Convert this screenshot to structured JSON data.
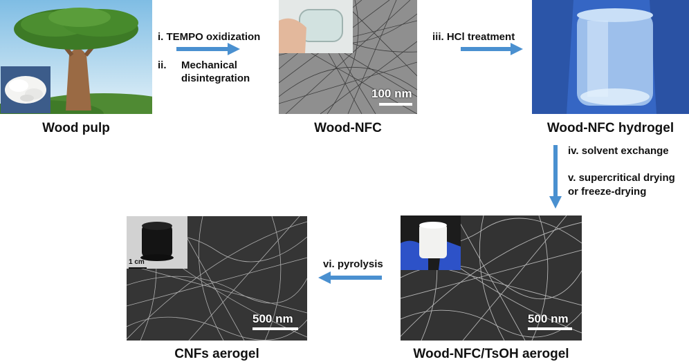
{
  "captions": {
    "wood_pulp": "Wood pulp",
    "wood_nfc": "Wood-NFC",
    "hydrogel": "Wood-NFC hydrogel",
    "tsoh_aerogel": "Wood-NFC/TsOH aerogel",
    "cnf_aerogel": "CNFs aerogel"
  },
  "steps": {
    "s1": "i. TEMPO oxidization",
    "s2_num": "ii.",
    "s2_line1": "Mechanical",
    "s2_line2": "disintegration",
    "s3": "iii. HCl treatment",
    "s4": "iv. solvent exchange",
    "s5_line1": "v. supercritical drying",
    "s5_line2": "or freeze-drying",
    "s6": "vi. pyrolysis"
  },
  "scale_bars": {
    "nfc": "100 nm",
    "tsoh": "500 nm",
    "cnf": "500 nm",
    "inset_cnf": "1 cm"
  },
  "colors": {
    "arrow": "#4a90d0",
    "sem_bg": "#3a3a3a",
    "tem_bg": "#8c8c8c",
    "sky": "#bfe0f2",
    "glove": "#3a6fd8"
  }
}
